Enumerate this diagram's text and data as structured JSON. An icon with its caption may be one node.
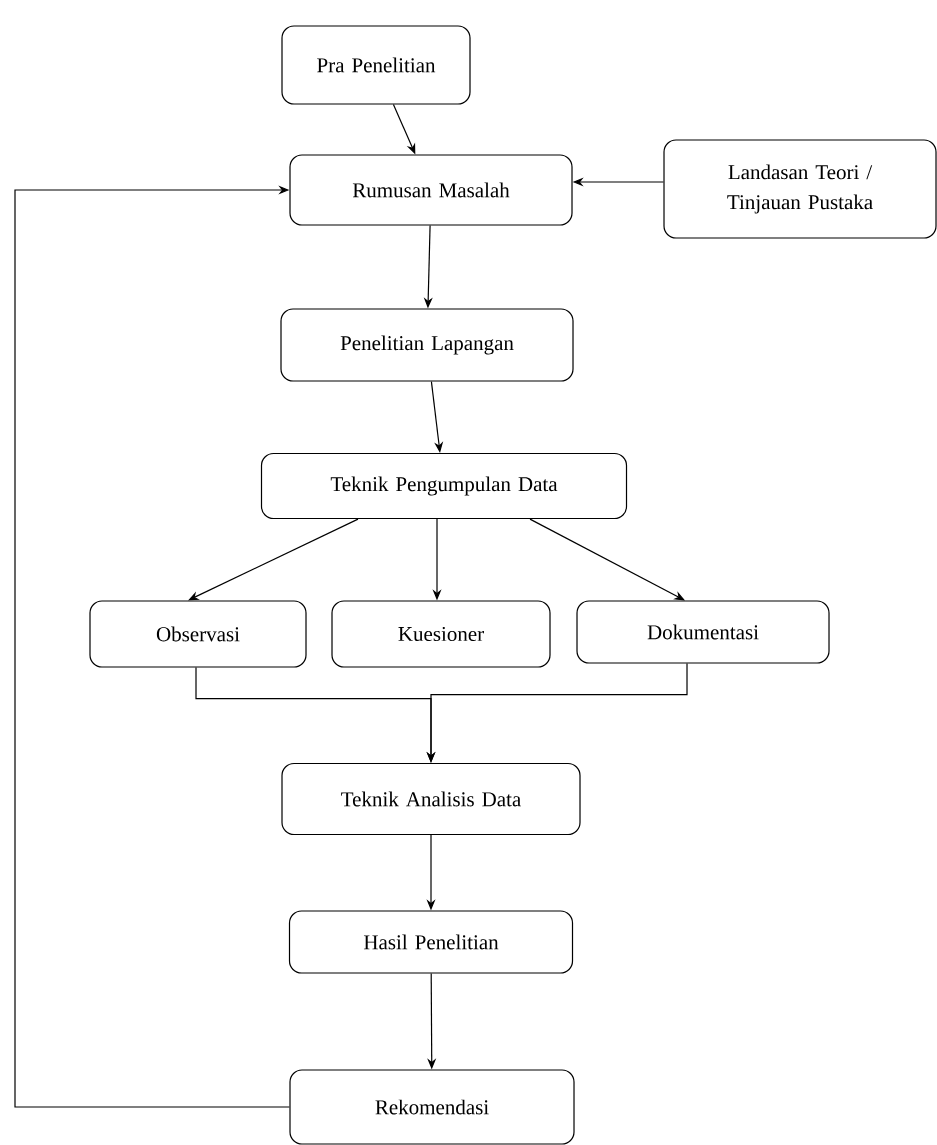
{
  "diagram": {
    "nodes": [
      {
        "text": [
          "Pra Penelitian"
        ]
      },
      {
        "text": [
          "Rumusan Masalah"
        ]
      },
      {
        "text": [
          "Landasan Teori / Tinjauan Pustaka"
        ]
      },
      {
        "text": [
          "Penelitian Lapangan"
        ]
      },
      {
        "text": [
          "Teknik Pengumpulan Data"
        ]
      },
      {
        "text": [
          "Observasi"
        ]
      },
      {
        "text": [
          "Kuesioner"
        ]
      },
      {
        "text": [
          "Dokumentasi"
        ]
      },
      {
        "text": [
          "Teknik Analisis Data"
        ]
      },
      {
        "text": [
          "Hasil Penelitian"
        ]
      },
      {
        "text": [
          "Rekomendasi"
        ]
      }
    ],
    "edges": [
      {
        "from": 0,
        "to": 1,
        "arrow": "to"
      },
      {
        "from": 2,
        "to": 1,
        "arrow": "to"
      },
      {
        "from": 1,
        "to": 3,
        "arrow": "to"
      },
      {
        "from": 3,
        "to": 4,
        "arrow": "to"
      },
      {
        "from": 4,
        "to": 5,
        "arrow": "to"
      },
      {
        "from": 4,
        "to": 6,
        "arrow": "to"
      },
      {
        "from": 4,
        "to": 7,
        "arrow": "to"
      },
      {
        "from": 5,
        "to": 8,
        "arrow": "to"
      },
      {
        "from": 7,
        "to": 8,
        "arrow": "to"
      },
      {
        "from": 8,
        "to": 9,
        "arrow": "to"
      },
      {
        "from": 9,
        "to": 10,
        "arrow": "to"
      },
      {
        "from": 10,
        "to": 1,
        "arrow": "to"
      }
    ]
  }
}
